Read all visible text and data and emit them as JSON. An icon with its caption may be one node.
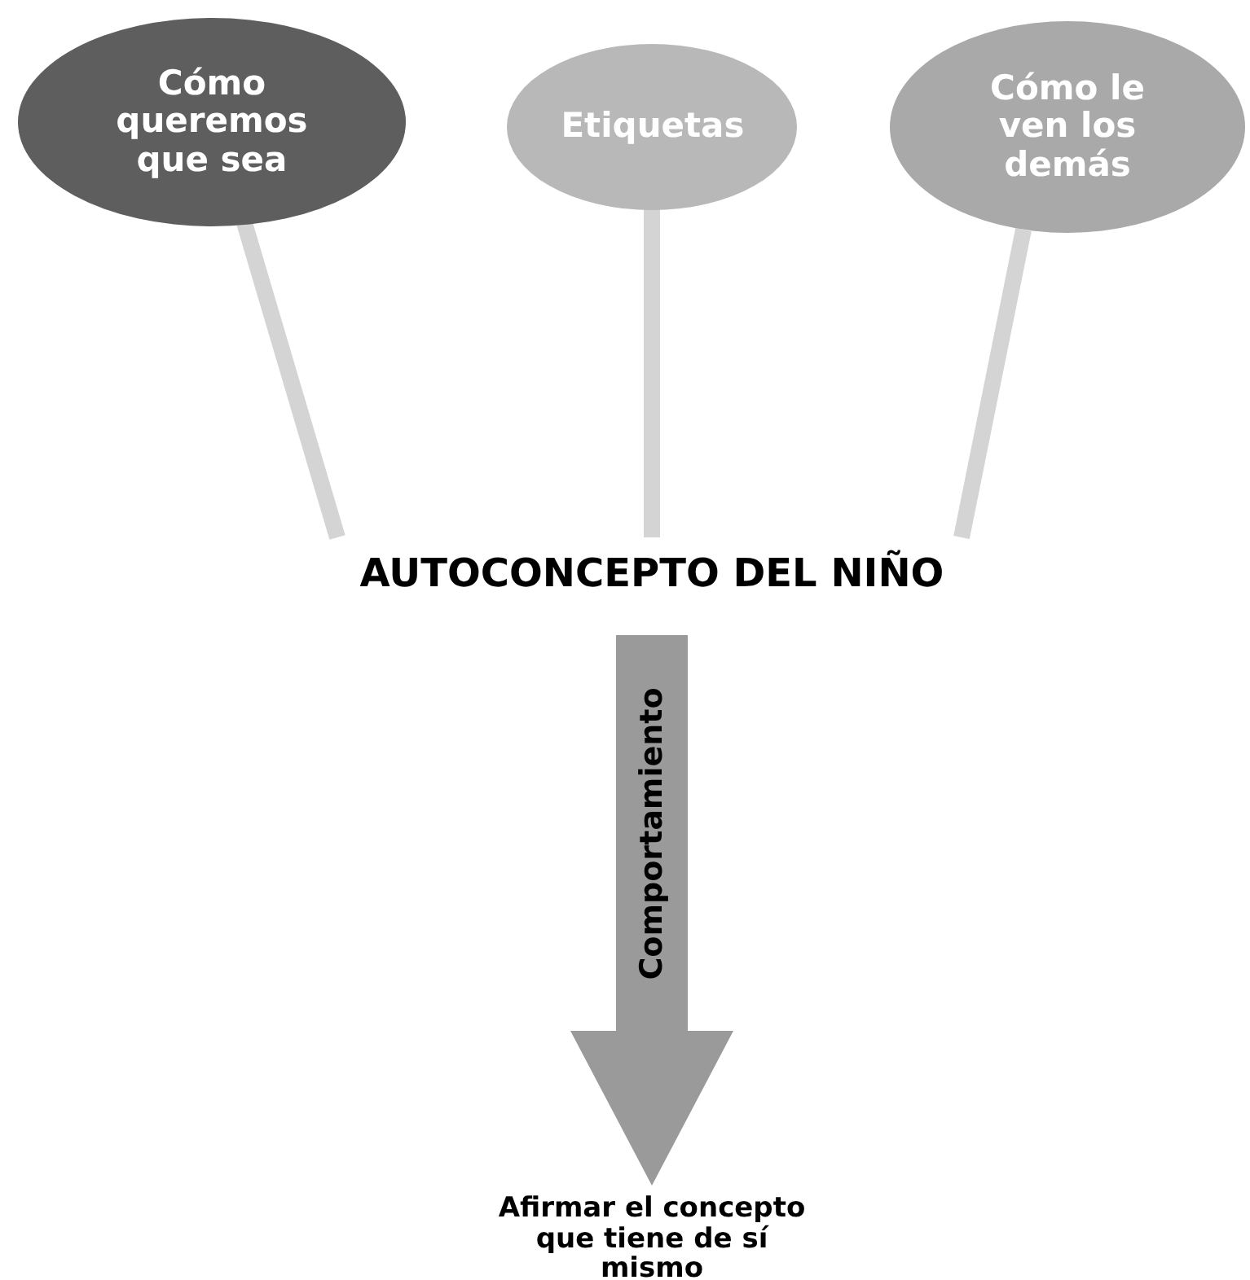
{
  "diagram": {
    "nodes": [
      {
        "text": [
          "Cómo queremos que sea"
        ]
      },
      {
        "text": [
          "Etiquetas"
        ]
      },
      {
        "text": [
          "Cómo le ven los demás"
        ]
      },
      {
        "text": [
          "AUTOCONCEPTO DEL NIÑO"
        ]
      },
      {
        "text": [
          "Afirmar el concepto que tiene de sí mismo"
        ]
      }
    ],
    "edges": [
      {
        "from": 0,
        "to": 3,
        "arrow": "none"
      },
      {
        "from": 1,
        "to": 3,
        "arrow": "none"
      },
      {
        "from": 2,
        "to": 3,
        "arrow": "none"
      },
      {
        "from": 3,
        "to": 4,
        "arrow": "to",
        "label": "Comportamiento",
        "style": "thick"
      }
    ]
  }
}
